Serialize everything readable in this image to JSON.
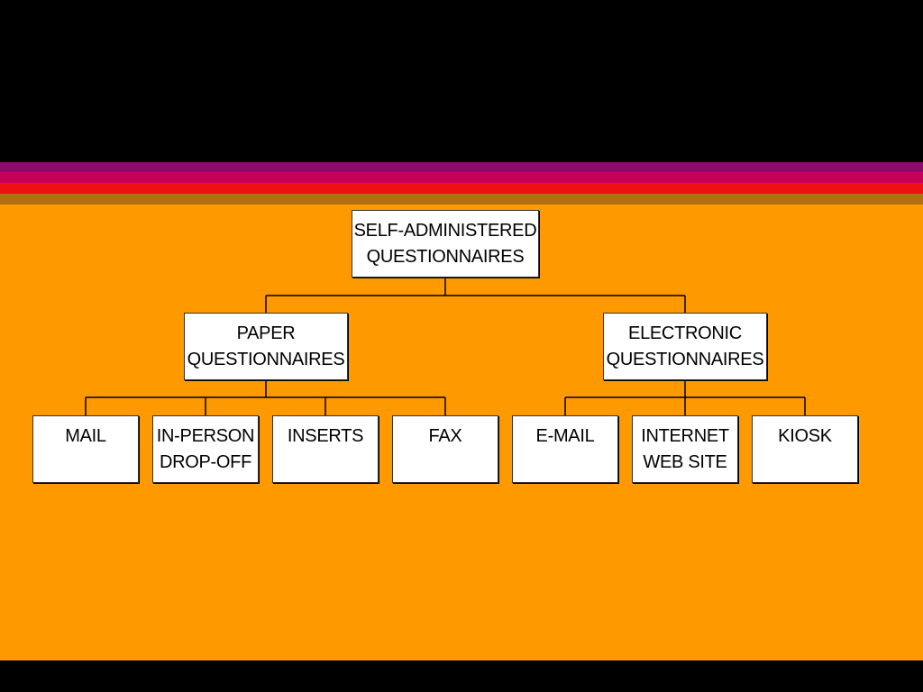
{
  "colors": {
    "background": "#ff9900",
    "stripe_purple": "#8b0a6e",
    "stripe_magenta": "#c4005a",
    "stripe_red": "#ee1111",
    "stripe_brown": "#b0700f",
    "node_fill": "#ffffff",
    "line": "#000000"
  },
  "diagram": {
    "root": {
      "line1": "SELF-ADMINISTERED",
      "line2": "QUESTIONNAIRES"
    },
    "paper": {
      "line1": "PAPER",
      "line2": "QUESTIONNAIRES"
    },
    "electronic": {
      "line1": "ELECTRONIC",
      "line2": "QUESTIONNAIRES"
    },
    "paper_children": [
      {
        "line1": "MAIL",
        "line2": ""
      },
      {
        "line1": "IN-PERSON",
        "line2": "DROP-OFF"
      },
      {
        "line1": "INSERTS",
        "line2": ""
      },
      {
        "line1": "FAX",
        "line2": ""
      }
    ],
    "electronic_children": [
      {
        "line1": "E-MAIL",
        "line2": ""
      },
      {
        "line1": "INTERNET",
        "line2": "WEB SITE"
      },
      {
        "line1": "KIOSK",
        "line2": ""
      }
    ]
  }
}
